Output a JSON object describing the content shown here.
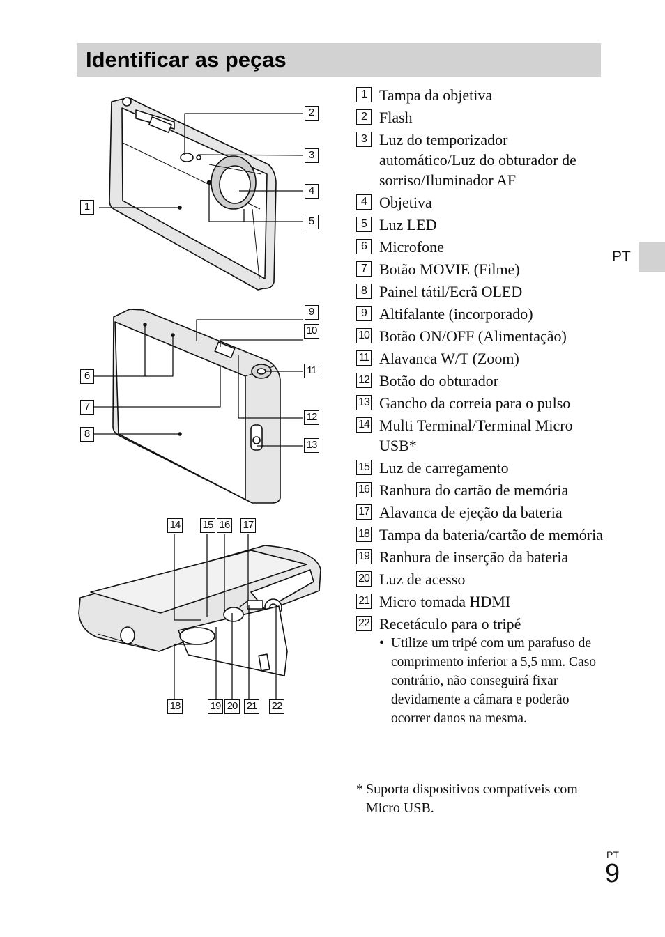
{
  "title": "Identificar as peças",
  "side_tab_label": "PT",
  "parts": [
    {
      "num": "1",
      "label": "Tampa da objetiva"
    },
    {
      "num": "2",
      "label": "Flash"
    },
    {
      "num": "3",
      "label": "Luz do temporizador automático/Luz do obturador de sorriso/Iluminador AF"
    },
    {
      "num": "4",
      "label": "Objetiva"
    },
    {
      "num": "5",
      "label": "Luz LED"
    },
    {
      "num": "6",
      "label": "Microfone"
    },
    {
      "num": "7",
      "label": "Botão MOVIE (Filme)"
    },
    {
      "num": "8",
      "label": "Painel tátil/Ecrã OLED"
    },
    {
      "num": "9",
      "label": "Altifalante (incorporado)"
    },
    {
      "num": "10",
      "label": "Botão ON/OFF (Alimentação)"
    },
    {
      "num": "11",
      "label": "Alavanca W/T (Zoom)"
    },
    {
      "num": "12",
      "label": "Botão do obturador"
    },
    {
      "num": "13",
      "label": "Gancho da correia para o pulso"
    },
    {
      "num": "14",
      "label": "Multi Terminal/Terminal Micro USB*"
    },
    {
      "num": "15",
      "label": "Luz de carregamento"
    },
    {
      "num": "16",
      "label": "Ranhura do cartão de memória"
    },
    {
      "num": "17",
      "label": "Alavanca de ejeção da bateria"
    },
    {
      "num": "18",
      "label": "Tampa da bateria/cartão de memória"
    },
    {
      "num": "19",
      "label": "Ranhura de inserção da bateria"
    },
    {
      "num": "20",
      "label": "Luz de acesso"
    },
    {
      "num": "21",
      "label": "Micro tomada HDMI"
    },
    {
      "num": "22",
      "label": "Recetáculo para o tripé"
    }
  ],
  "tripod_note": "Utilize um tripé com um parafuso de comprimento inferior a 5,5 mm. Caso contrário, não conseguirá fixar devidamente a câmara e poderão ocorrer danos na mesma.",
  "footnote_marker": "*",
  "footnote": "Suporta dispositivos compatíveis com Micro USB.",
  "page_lang": "PT",
  "page_number": "9"
}
